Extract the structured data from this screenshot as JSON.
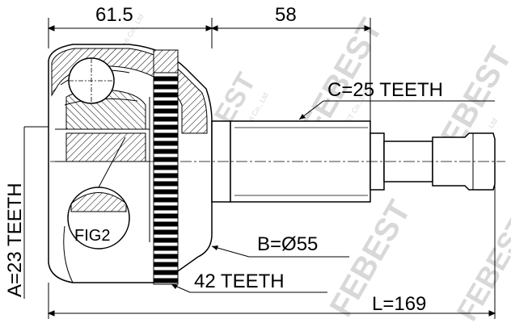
{
  "dimensions": {
    "top_left": "61.5",
    "top_right": "58",
    "overall": "L=169"
  },
  "callouts": {
    "c_teeth": "C=25 TEETH",
    "a_teeth": "A=23 TEETH",
    "b_diameter": "B=Ø55",
    "abs_teeth": "42 TEETH",
    "fig_label": "FIG2"
  },
  "watermark": {
    "brand": "FEBEST",
    "company": "FEBEST Co., Ltd",
    "company_alt": "ENDP NAKAMOCHI Co., Ltd"
  }
}
